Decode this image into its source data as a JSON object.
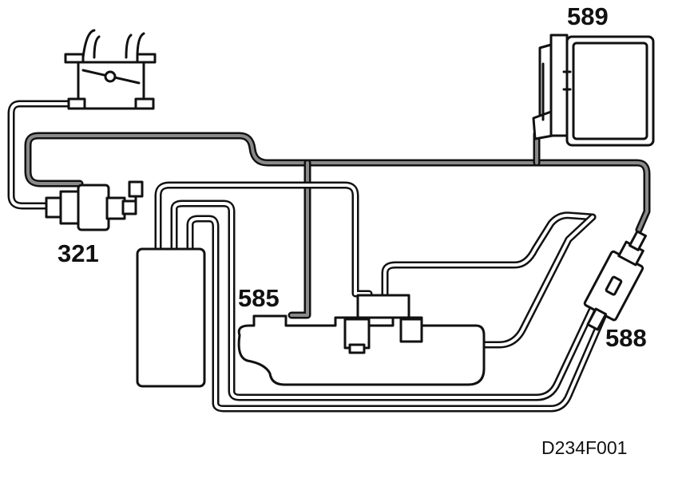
{
  "labels": {
    "throttle_body": "",
    "valve_321": "321",
    "canister_585": "585",
    "control_unit_589": "589",
    "solenoid_588": "588"
  },
  "figure_ref": "D234F001"
}
